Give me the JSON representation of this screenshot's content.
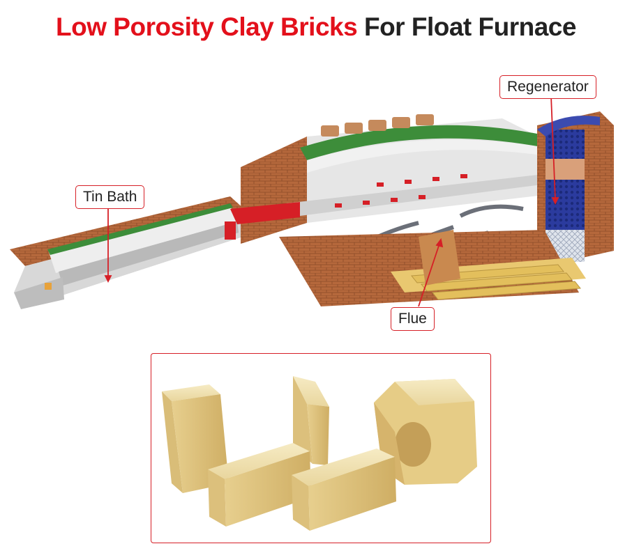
{
  "title": {
    "red_part": "Low Porosity Clay Bricks",
    "black_part": "For Float Furnace"
  },
  "callouts": {
    "regenerator": "Regenerator",
    "tin_bath": "Tin Bath",
    "flue": "Flue"
  },
  "colors": {
    "accent_red": "#e3101b",
    "brick": "#b86b3e",
    "regenerator_blue": "#2a3a9c",
    "green_trim": "#3d8d3a",
    "clay_brick": "#e8d49a"
  }
}
